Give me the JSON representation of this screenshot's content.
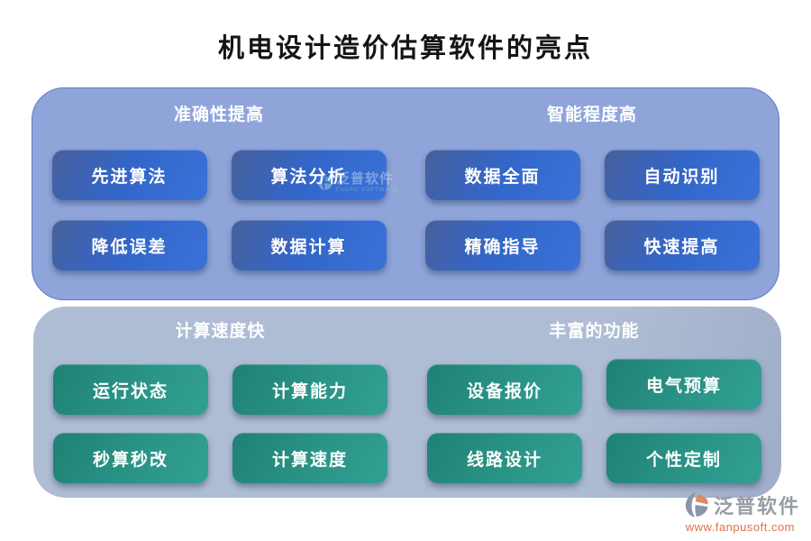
{
  "title": "机电设计造价估算软件的亮点",
  "colors": {
    "page_bg": "#ffffff",
    "top_panel": "#8fa5da",
    "top_panel_border": "#5c7cc2",
    "bottom_panel": "#afbdd4",
    "bottom_panel_dark": "#9fadc8",
    "blue_button_dark": "#47609b",
    "blue_button": "#3366c9",
    "blue_button_light": "#3a72d8",
    "teal_button_dark": "#1f8175",
    "teal_button": "#2a9386",
    "teal_button_light": "#31a092",
    "brand_text": "#979ca6",
    "brand_url": "#e0704c",
    "logo_gray": "#8995ab",
    "logo_salmon": "#de8a63"
  },
  "panels": [
    {
      "sections": [
        {
          "header": "准确性提高",
          "buttons": [
            "先进算法",
            "算法分析",
            "降低误差",
            "数据计算"
          ]
        },
        {
          "header": "智能程度高",
          "buttons": [
            "数据全面",
            "自动识别",
            "精确指导",
            "快速提高"
          ]
        }
      ]
    },
    {
      "sections": [
        {
          "header": "计算速度快",
          "buttons": [
            "运行状态",
            "计算能力",
            "秒算秒改",
            "计算速度"
          ]
        },
        {
          "header": "丰富的功能",
          "buttons": [
            "设备报价",
            "电气预算",
            "线路设计",
            "个性定制"
          ]
        }
      ]
    }
  ],
  "watermark": {
    "text": "泛普软件",
    "subtext": "FANPU SOFTWARE"
  },
  "footer": {
    "brand": "泛普软件",
    "url": "www.fanpusoft.com"
  }
}
